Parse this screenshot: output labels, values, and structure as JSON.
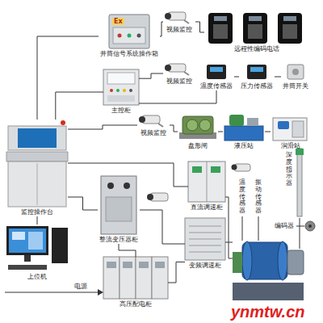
{
  "diagram": {
    "nodes": [
      {
        "text": [
          "Ex",
          "井筒信号系统操作箱"
        ]
      },
      {
        "text": [
          "视频监控"
        ]
      },
      {
        "text": [
          "远程性编码电话"
        ]
      },
      {
        "text": [
          "主控柜"
        ]
      },
      {
        "text": [
          "视频监控"
        ]
      },
      {
        "text": [
          "温度传感器"
        ]
      },
      {
        "text": [
          "压力传感器"
        ]
      },
      {
        "text": [
          "井筒开关"
        ]
      },
      {
        "text": [
          "视频监控"
        ]
      },
      {
        "text": [
          "盘形闸"
        ]
      },
      {
        "text": [
          "液压站"
        ]
      },
      {
        "text": [
          "润滑站"
        ]
      },
      {
        "text": [
          "监控操作台"
        ]
      },
      {
        "text": [
          "上位机"
        ]
      },
      {
        "text": [
          "直流调速柜"
        ]
      },
      {
        "text": [
          "整流变压器柜"
        ]
      },
      {
        "text": [
          "变频调速柜"
        ]
      },
      {
        "text": [
          "高压配电柜"
        ]
      }
    ],
    "edges": [
      {
        "from": 12,
        "to": 0,
        "arrow": "none"
      },
      {
        "from": 0,
        "to": 1,
        "arrow": "none"
      },
      {
        "from": 1,
        "to": 2,
        "arrow": "none"
      },
      {
        "from": 12,
        "to": 3,
        "arrow": "none"
      },
      {
        "from": 3,
        "to": 4,
        "arrow": "none"
      },
      {
        "from": 3,
        "to": 5,
        "arrow": "none"
      },
      {
        "from": 5,
        "to": 6,
        "arrow": "none"
      },
      {
        "from": 6,
        "to": 7,
        "arrow": "none"
      },
      {
        "from": 12,
        "to": 8,
        "arrow": "none"
      },
      {
        "from": 8,
        "to": 9,
        "arrow": "none"
      },
      {
        "from": 9,
        "to": 10,
        "arrow": "none"
      },
      {
        "from": 10,
        "to": 11,
        "arrow": "none"
      },
      {
        "from": 12,
        "to": 14,
        "arrow": "none"
      },
      {
        "from": 12,
        "to": 15,
        "arrow": "none"
      },
      {
        "from": 12,
        "to": 13,
        "arrow": "none"
      },
      {
        "from": 15,
        "to": 17,
        "arrow": "none"
      },
      {
        "from": 15,
        "to": 16,
        "arrow": "none"
      },
      {
        "from": 17,
        "to": 16,
        "arrow": "none"
      }
    ],
    "labels": [
      "电源",
      "温度传感器",
      "振动传感器",
      "深度指示器",
      "编码器",
      "ynmtw.cn"
    ]
  }
}
